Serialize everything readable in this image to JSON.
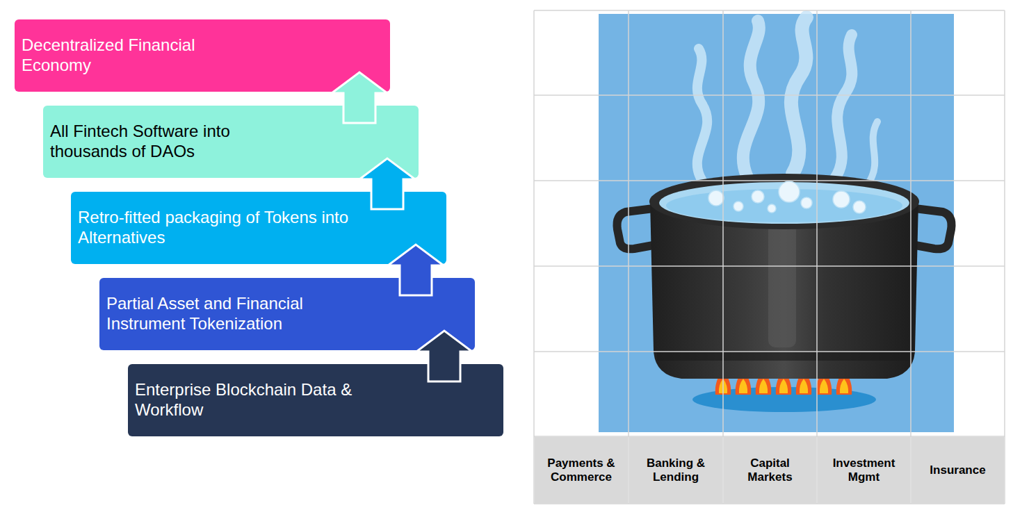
{
  "diagram": {
    "nodes": [
      {
        "text": [
          "Decentralized Financial Economy"
        ]
      },
      {
        "text": [
          "All Fintech Software into thousands of DAOs"
        ]
      },
      {
        "text": [
          "Retro-fitted packaging of Tokens into Alternatives"
        ]
      },
      {
        "text": [
          "Partial Asset and Financial Instrument Tokenization"
        ]
      },
      {
        "text": [
          "Enterprise Blockchain Data & Workflow"
        ]
      },
      {
        "text": [
          "Payments & Commerce"
        ]
      },
      {
        "text": [
          "Banking & Lending"
        ]
      },
      {
        "text": [
          "Capital Markets"
        ]
      },
      {
        "text": [
          "Investment Mgmt"
        ]
      },
      {
        "text": [
          "Insurance"
        ]
      }
    ],
    "edges": [
      {
        "from": 4,
        "to": 3,
        "arrow": "to"
      },
      {
        "from": 3,
        "to": 2,
        "arrow": "to"
      },
      {
        "from": 2,
        "to": 1,
        "arrow": "to"
      },
      {
        "from": 1,
        "to": 0,
        "arrow": "to"
      }
    ]
  }
}
